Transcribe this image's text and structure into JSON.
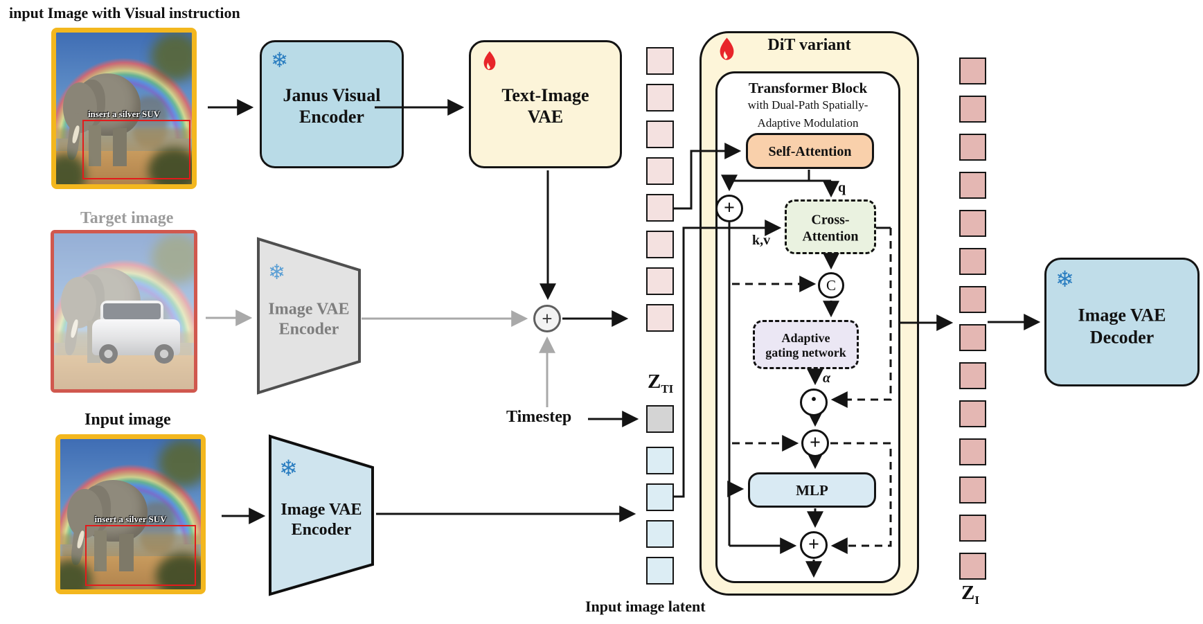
{
  "labels": {
    "input_instruction_title": "input Image with Visual instruction",
    "target_image": "Target image",
    "input_image": "Input image",
    "instruction_text": "insert a silver SUV",
    "timestep": "Timestep",
    "z_ti": {
      "base": "Z",
      "sub": "TI"
    },
    "z_i": {
      "base": "Z",
      "sub": "I"
    },
    "input_image_latent": "Input image latent",
    "q": "q",
    "kv": "k,v",
    "alpha": "α"
  },
  "boxes": {
    "janus": {
      "line1": "Janus Visual",
      "line2": "Encoder"
    },
    "text_image_vae": {
      "line1": "Text-Image",
      "line2": "VAE"
    },
    "image_vae_encoder_gray": {
      "line1": "Image VAE",
      "line2": "Encoder"
    },
    "image_vae_encoder_blue": {
      "line1": "Image VAE",
      "line2": "Encoder"
    },
    "dit_variant": "DiT variant",
    "transformer_block": {
      "title": "Transformer Block",
      "sub1": "with Dual-Path Spatially-",
      "sub2": "Adaptive Modulation"
    },
    "self_attention": "Self-Attention",
    "cross_attention": {
      "line1": "Cross-",
      "line2": "Attention"
    },
    "adaptive_gating": {
      "line1": "Adaptive",
      "line2": "gating network"
    },
    "mlp": "MLP",
    "image_vae_decoder": {
      "line1": "Image VAE",
      "line2": "Decoder"
    }
  },
  "symbols": {
    "plus": "+",
    "concat": "C",
    "dot": "·"
  },
  "icons": {
    "snowflake": "❄",
    "flame": "flame-icon"
  },
  "colors": {
    "janus_bg": "#b9dbe7",
    "vae_bg": "#fcf4d9",
    "dit_bg": "#fdf5d9",
    "self_attention_bg": "#f9d0ab",
    "cross_attention_bg": "#eaf2e0",
    "adaptive_gating_bg": "#ebe7f4",
    "mlp_bg": "#d9eaf3",
    "decoder_bg": "#c0dde9",
    "zti_pink": "#f4e1e0",
    "zi_salmon": "#e4b7b3",
    "input_blue": "#dcedf4",
    "timestep_gray": "#d4d4d4",
    "yellow_border": "#f3b71e",
    "target_border": "#d0584e",
    "flame_red": "#e8252a",
    "snowflake_blue": "#2a7dc0",
    "gray_stroke": "#a9a9a9"
  },
  "latents": {
    "zti_pink": {
      "count": 8,
      "color": "#f4e1e0"
    },
    "timestep_gray": {
      "count": 1,
      "color": "#d4d4d4"
    },
    "input_blue": {
      "count": 4,
      "color": "#dcedf4"
    },
    "zi_salmon": {
      "count": 14,
      "color": "#e4b7b3"
    }
  }
}
